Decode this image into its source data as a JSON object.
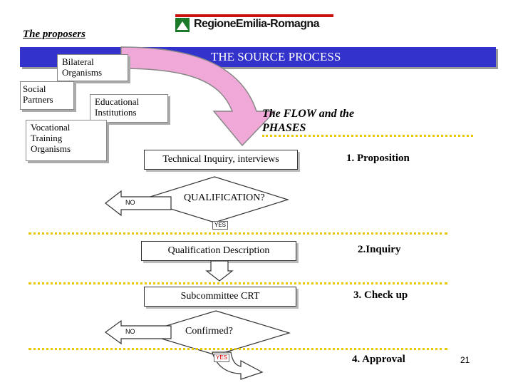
{
  "header": {
    "proposers_label": "The proposers",
    "logo_text": "RegioneEmilia-Romagna"
  },
  "banner": {
    "title": "THE SOURCE PROCESS"
  },
  "proposers": {
    "bilateral": "Bilateral\nOrganisms",
    "social": "Social\nPartners",
    "educational": "Educational\nInstitutions",
    "vocational": "Vocational\nTraining\nOrganisms"
  },
  "flow_title": "The FLOW and the\nPHASES",
  "steps": {
    "inquiry_box": "Technical Inquiry, interviews",
    "qualification_q": "QUALIFICATION?",
    "no_1": "NO",
    "yes_1": "YES",
    "qualification_desc": "Qualification Description",
    "subcommittee": "Subcommittee CRT",
    "confirmed_q": "Confirmed?",
    "no_2": "NO",
    "yes_2": "YES"
  },
  "phases": {
    "p1": "1. Proposition",
    "p2": "2.Inquiry",
    "p3": "3. Check up",
    "p4": "4. Approval"
  },
  "page_number": "21",
  "colors": {
    "banner": "#3333cc",
    "big_arrow": "#f0a8d8",
    "dotted_lines": "#e8c800",
    "logo_green": "#1a7a2a",
    "logo_red": "#cc1111",
    "yes_red": "#cc0000"
  }
}
